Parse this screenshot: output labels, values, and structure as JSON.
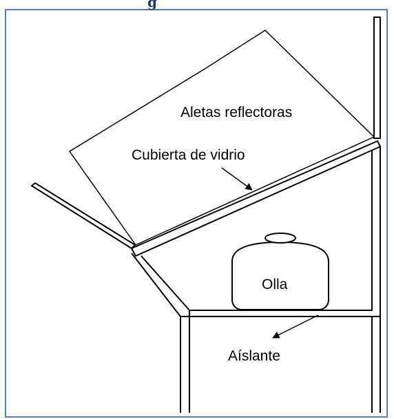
{
  "colors": {
    "frame_border": "#5b7bb3",
    "stroke": "#000000",
    "background": "#ffffff"
  },
  "diagram": {
    "title_fragment": "g",
    "labels": {
      "reflector_flaps": "Aletas reflectoras",
      "glass_cover": "Cubierta de vidrio",
      "pot": "Olla",
      "insulation": "Aíslante"
    }
  }
}
